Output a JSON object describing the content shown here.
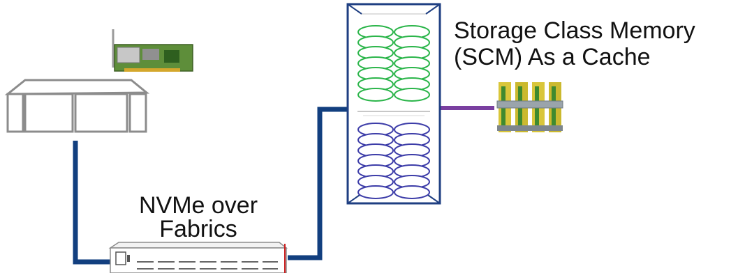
{
  "labels": {
    "nvme_over_fabrics": [
      "NVMe over",
      "Fabrics"
    ],
    "scm_cache": [
      "Storage Class Memory",
      "(SCM) As a Cache"
    ]
  },
  "colors": {
    "link_blue": "#123f7f",
    "array_border": "#1f3f82",
    "green_disk": "#2bb54a",
    "blue_disk": "#3c3ca8",
    "scm_link": "#7a3fa0",
    "server_gray": "#8c8c8c",
    "hba_green": "#4f8f2f",
    "switch_accent": "#cc1f1f",
    "scm_yellow": "#d9c63a",
    "scm_green": "#3f8a2f"
  },
  "icons": [
    "server-icon",
    "hba-card-icon",
    "storage-array-icon",
    "fabric-switch-icon",
    "scm-module-icon"
  ]
}
